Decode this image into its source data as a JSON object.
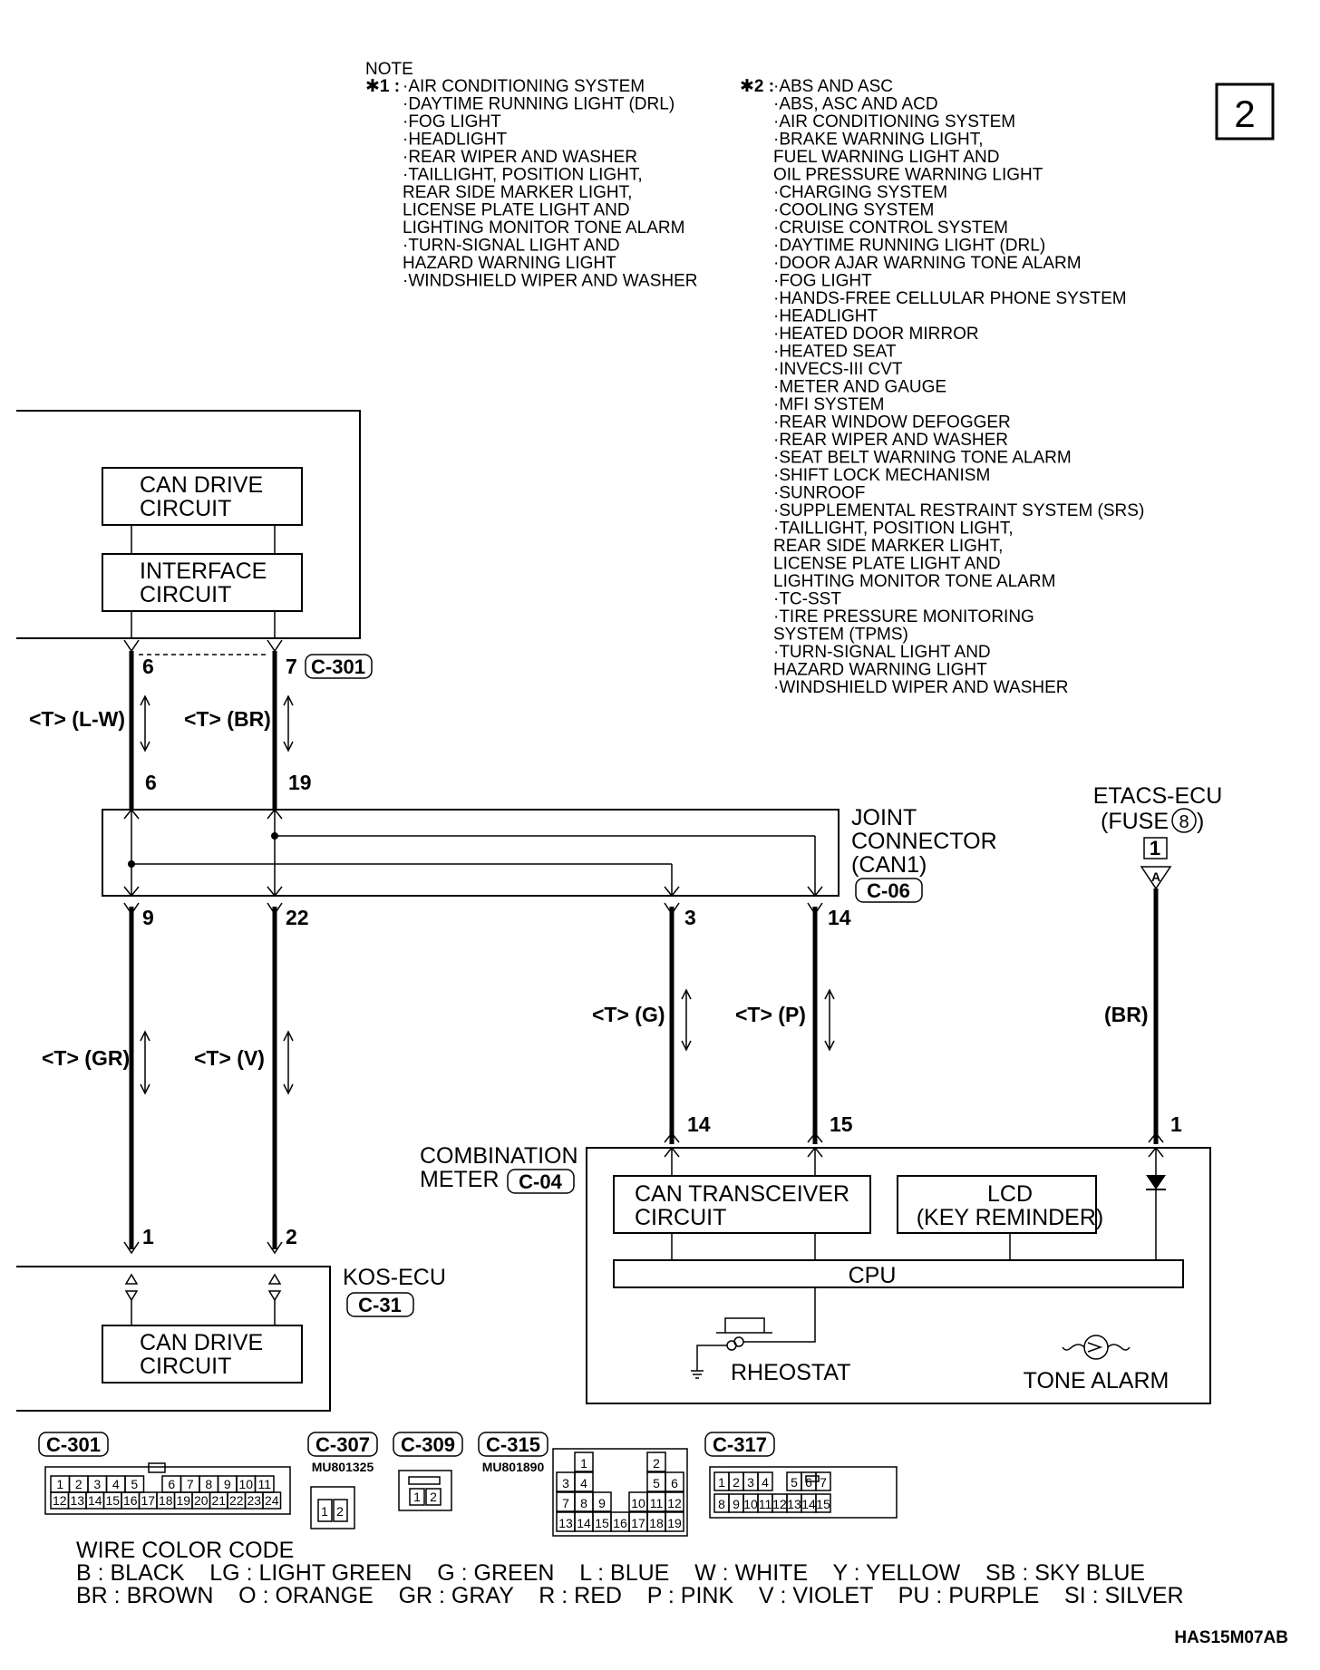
{
  "page_number": "2",
  "figure_id": "HAS15M07AB",
  "note": {
    "title": "NOTE",
    "mark1": "✱1 :",
    "list1": [
      "·AIR CONDITIONING SYSTEM",
      "·DAYTIME RUNNING LIGHT (DRL)",
      "·FOG LIGHT",
      "·HEADLIGHT",
      "·REAR WIPER AND WASHER",
      "·TAILLIGHT, POSITION LIGHT,",
      " REAR SIDE MARKER LIGHT,",
      " LICENSE PLATE LIGHT AND",
      " LIGHTING MONITOR TONE ALARM",
      "·TURN-SIGNAL LIGHT AND",
      " HAZARD WARNING LIGHT",
      "·WINDSHIELD WIPER AND WASHER"
    ],
    "mark2": "✱2 :",
    "list2": [
      "·ABS AND ASC",
      "·ABS, ASC AND ACD",
      "·AIR CONDITIONING SYSTEM",
      "·BRAKE WARNING LIGHT,",
      " FUEL WARNING LIGHT AND",
      " OIL PRESSURE WARNING LIGHT",
      "·CHARGING SYSTEM",
      "·COOLING SYSTEM",
      "·CRUISE CONTROL SYSTEM",
      "·DAYTIME RUNNING LIGHT (DRL)",
      "·DOOR AJAR WARNING TONE ALARM",
      "·FOG LIGHT",
      "·HANDS-FREE CELLULAR PHONE SYSTEM",
      "·HEADLIGHT",
      "·HEATED DOOR MIRROR",
      "·HEATED SEAT",
      "·INVECS-III CVT",
      "·METER AND GAUGE",
      "·MFI SYSTEM",
      "·REAR WINDOW DEFOGGER",
      "·REAR WIPER AND WASHER",
      "·SEAT BELT WARNING TONE ALARM",
      "·SHIFT LOCK MECHANISM",
      "·SUNROOF",
      "·SUPPLEMENTAL RESTRAINT SYSTEM (SRS)",
      "·TAILLIGHT, POSITION LIGHT,",
      " REAR SIDE MARKER LIGHT,",
      " LICENSE PLATE LIGHT AND",
      " LIGHTING MONITOR TONE ALARM",
      "·TC-SST",
      "·TIRE PRESSURE MONITORING",
      " SYSTEM (TPMS)",
      "·TURN-SIGNAL LIGHT AND",
      " HAZARD WARNING LIGHT",
      "·WINDSHIELD WIPER AND WASHER"
    ]
  },
  "upper_ecu": {
    "can_drive_1": "CAN DRIVE",
    "can_drive_2": "CIRCUIT",
    "interface_1": "INTERFACE",
    "interface_2": "CIRCUIT",
    "pin_left": "6",
    "pin_right": "7",
    "connector": "C-301"
  },
  "wires": {
    "upper_left": "<T> (L-W)",
    "upper_right": "<T> (BR)",
    "lower_left": "<T> (GR)",
    "lower_right": "<T> (V)",
    "meter_left": "<T> (G)",
    "meter_right": "<T> (P)",
    "power": "(BR)"
  },
  "joint": {
    "line1": "JOINT",
    "line2": "CONNECTOR",
    "line3": "(CAN1)",
    "connector": "C-06",
    "pin_in_left": "6",
    "pin_in_right": "19",
    "pin_out_1": "9",
    "pin_out_2": "22",
    "pin_out_3": "3",
    "pin_out_4": "14"
  },
  "etacs": {
    "line1": "ETACS-ECU",
    "line2_a": "(FUSE",
    "fuse": "8",
    "line2_b": ")",
    "pin": "1"
  },
  "meter": {
    "line1": "COMBINATION",
    "line2": "METER",
    "connector": "C-04",
    "pin_1": "14",
    "pin_2": "15",
    "pin_3": "1",
    "can_trans_1": "CAN TRANSCEIVER",
    "can_trans_2": "CIRCUIT",
    "lcd_1": "LCD",
    "lcd_2": "(KEY REMINDER)",
    "cpu": "CPU",
    "rheostat": "RHEOSTAT",
    "tone_alarm": "TONE ALARM"
  },
  "kos": {
    "title": "KOS-ECU",
    "connector": "C-31",
    "pin_left": "1",
    "pin_right": "2",
    "can_drive_1": "CAN DRIVE",
    "can_drive_2": "CIRCUIT"
  },
  "connectors": {
    "c301": {
      "label": "C-301",
      "row1": [
        "1",
        "2",
        "3",
        "4",
        "5",
        "",
        "6",
        "7",
        "8",
        "9",
        "10",
        "11"
      ],
      "row2": [
        "12",
        "13",
        "14",
        "15",
        "16",
        "17",
        "18",
        "19",
        "20",
        "21",
        "22",
        "23",
        "24"
      ]
    },
    "c307": {
      "label": "C-307",
      "part": "MU801325",
      "pins": [
        "1",
        "2"
      ]
    },
    "c309": {
      "label": "C-309",
      "pins": [
        "1",
        "2"
      ]
    },
    "c315": {
      "label": "C-315",
      "part": "MU801890",
      "rows": [
        [
          "",
          "1",
          "",
          "",
          "",
          "2",
          ""
        ],
        [
          "3",
          "4",
          "",
          "",
          "",
          "5",
          "6"
        ],
        [
          "7",
          "8",
          "9",
          "",
          "10",
          "11",
          "12"
        ],
        [
          "13",
          "14",
          "15",
          "16",
          "17",
          "18",
          "19"
        ]
      ]
    },
    "c317": {
      "label": "C-317",
      "row1": [
        "1",
        "2",
        "3",
        "4",
        "",
        "5",
        "6",
        "7"
      ],
      "row2": [
        "8",
        "9",
        "10",
        "11",
        "12",
        "13",
        "14",
        "15"
      ]
    }
  },
  "wire_color_code": {
    "title": "WIRE COLOR CODE",
    "line1": "B : BLACK    LG : LIGHT GREEN    G : GREEN    L : BLUE    W : WHITE    Y : YELLOW    SB : SKY BLUE",
    "line2": "BR : BROWN    O : ORANGE    GR : GRAY    R : RED    P : PINK    V : VIOLET    PU : PURPLE    SI : SILVER"
  }
}
